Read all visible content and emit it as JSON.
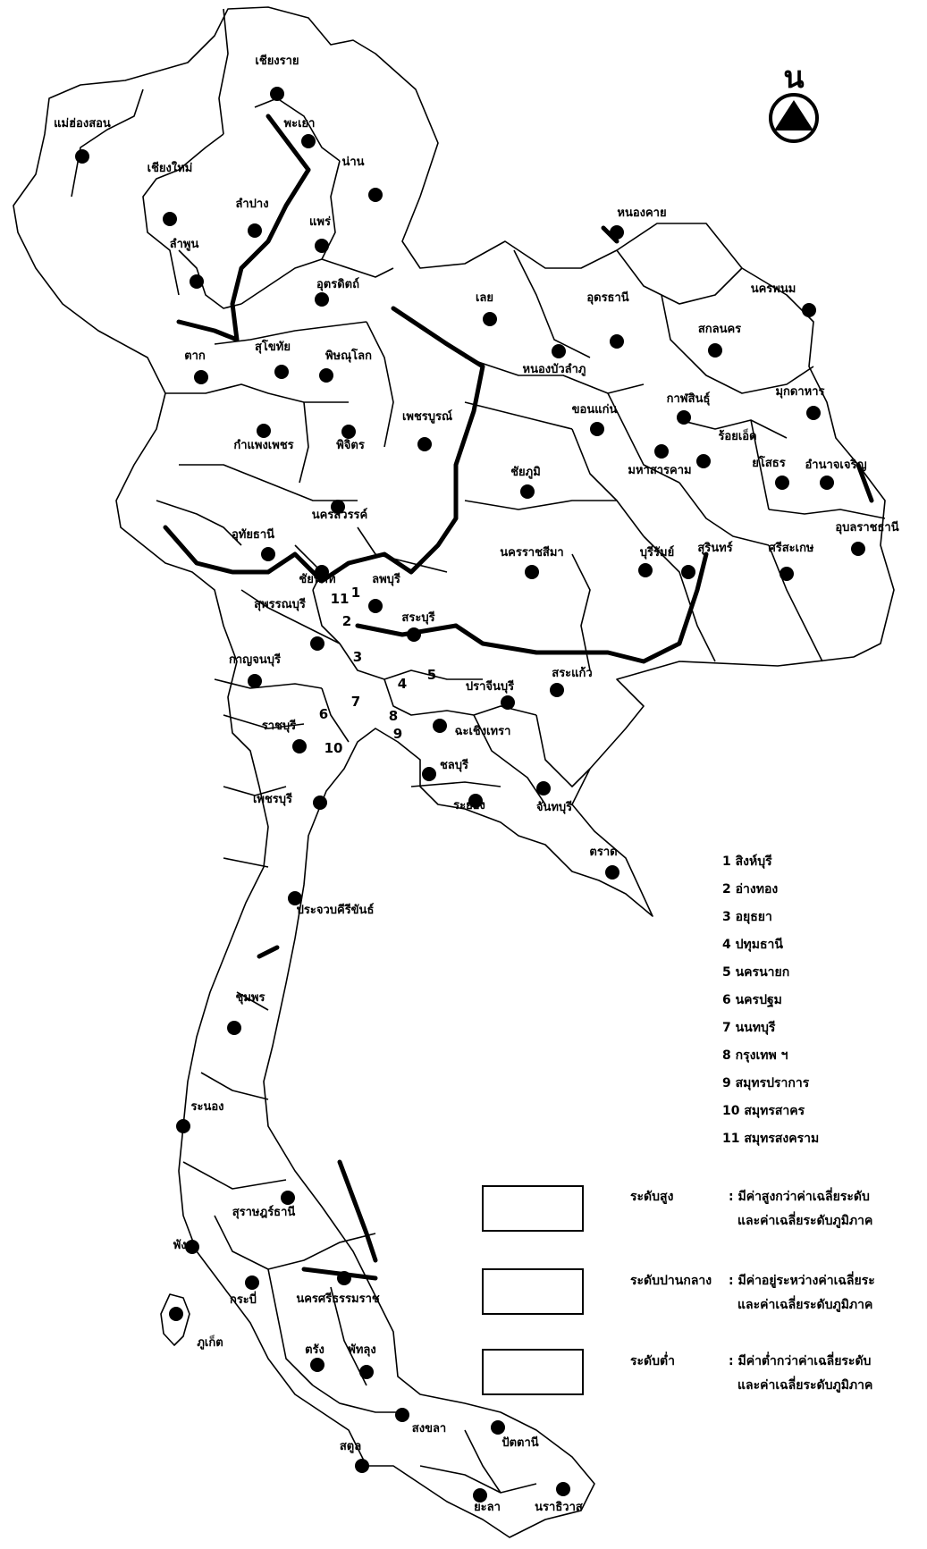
{
  "compass": {
    "label": "น"
  },
  "provinces": [
    {
      "id": "chiangrai",
      "name": "เชียงราย"
    },
    {
      "id": "maehongson",
      "name": "แม่ฮ่องสอน"
    },
    {
      "id": "chiangmai",
      "name": "เชียงใหม่"
    },
    {
      "id": "phayao",
      "name": "พะเยา"
    },
    {
      "id": "nan",
      "name": "น่าน"
    },
    {
      "id": "lampang",
      "name": "ลำปาง"
    },
    {
      "id": "phrae",
      "name": "แพร่"
    },
    {
      "id": "lamphun",
      "name": "ลำพูน"
    },
    {
      "id": "uttaradit",
      "name": "อุตรดิตถ์"
    },
    {
      "id": "tak",
      "name": "ตาก"
    },
    {
      "id": "sukhothai",
      "name": "สุโขทัย"
    },
    {
      "id": "phitsanulok",
      "name": "พิษณุโลก"
    },
    {
      "id": "kamphaengphet",
      "name": "กำแพงเพชร"
    },
    {
      "id": "phichit",
      "name": "พิจิตร"
    },
    {
      "id": "phetchabun",
      "name": "เพชรบูรณ์"
    },
    {
      "id": "nakhonsawan",
      "name": "นครสวรรค์"
    },
    {
      "id": "uthaithani",
      "name": "อุทัยธานี"
    },
    {
      "id": "chainat",
      "name": "ชัยนาท"
    },
    {
      "id": "lopburi",
      "name": "ลพบุรี"
    },
    {
      "id": "suphanburi",
      "name": "สุพรรณบุรี"
    },
    {
      "id": "saraburi",
      "name": "สระบุรี"
    },
    {
      "id": "kanchanaburi",
      "name": "กาญจนบุรี"
    },
    {
      "id": "ratchaburi",
      "name": "ราชบุรี"
    },
    {
      "id": "phetchaburi",
      "name": "เพชรบุรี"
    },
    {
      "id": "prachuap",
      "name": "ประจวบคีรีขันธ์"
    },
    {
      "id": "chumphon",
      "name": "ชุมพร"
    },
    {
      "id": "ranong",
      "name": "ระนอง"
    },
    {
      "id": "suratthani",
      "name": "สุราษฎร์ธานี"
    },
    {
      "id": "phangnga",
      "name": "พังงา"
    },
    {
      "id": "krabi",
      "name": "กระบี่"
    },
    {
      "id": "nakhonsi",
      "name": "นครศรีธรรมราช"
    },
    {
      "id": "phuket",
      "name": "ภูเก็ต"
    },
    {
      "id": "trang",
      "name": "ตรัง"
    },
    {
      "id": "phatthalung",
      "name": "พัทลุง"
    },
    {
      "id": "satun",
      "name": "สตูล"
    },
    {
      "id": "songkhla",
      "name": "สงขลา"
    },
    {
      "id": "pattani",
      "name": "ปัตตานี"
    },
    {
      "id": "yala",
      "name": "ยะลา"
    },
    {
      "id": "narathiwat",
      "name": "นราธิวาส"
    },
    {
      "id": "prachinburi",
      "name": "ปราจีนบุรี"
    },
    {
      "id": "sakaeo",
      "name": "สระแก้ว"
    },
    {
      "id": "chachoengsao",
      "name": "ฉะเชิงเทรา"
    },
    {
      "id": "chonburi",
      "name": "ชลบุรี"
    },
    {
      "id": "rayong",
      "name": "ระยอง"
    },
    {
      "id": "chanthaburi",
      "name": "จันทบุรี"
    },
    {
      "id": "trat",
      "name": "ตราด"
    },
    {
      "id": "nongkhai",
      "name": "หนองคาย"
    },
    {
      "id": "loei",
      "name": "เลย"
    },
    {
      "id": "udonthani",
      "name": "อุดรธานี"
    },
    {
      "id": "sakonnakhon",
      "name": "สกลนคร"
    },
    {
      "id": "nakhonphanom",
      "name": "นครพนม"
    },
    {
      "id": "nongbualamphu",
      "name": "หนองบัวลำภู"
    },
    {
      "id": "khonkaen",
      "name": "ขอนแก่น"
    },
    {
      "id": "kalasin",
      "name": "กาฬสินธุ์"
    },
    {
      "id": "mukdahan",
      "name": "มุกดาหาร"
    },
    {
      "id": "chaiyaphum",
      "name": "ชัยภูมิ"
    },
    {
      "id": "mahasarakham",
      "name": "มหาสารคาม"
    },
    {
      "id": "roiet",
      "name": "ร้อยเอ็ด"
    },
    {
      "id": "yasothon",
      "name": "ยโสธร"
    },
    {
      "id": "amnatcharoen",
      "name": "อำนาจเจริญ"
    },
    {
      "id": "nakhonratchasima",
      "name": "นครราชสีมา"
    },
    {
      "id": "buriram",
      "name": "บุรีรัมย์"
    },
    {
      "id": "surin",
      "name": "สุรินทร์"
    },
    {
      "id": "sisaket",
      "name": "ศรีสะเกษ"
    },
    {
      "id": "ubon",
      "name": "อุบลราชธานี"
    },
    {
      "id": "samutsongkhram_map",
      "name": "11"
    }
  ],
  "map_numbers": [
    "1",
    "2",
    "3",
    "4",
    "5",
    "6",
    "7",
    "8",
    "9",
    "10",
    "11"
  ],
  "numbered_key": [
    "1  สิงห์บุรี",
    "2  อ่างทอง",
    "3  อยุธยา",
    "4  ปทุมธานี",
    "5  นครนายก",
    "6  นครปฐม",
    "7  นนทบุรี",
    "8  กรุงเทพ ฯ",
    "9  สมุทรปราการ",
    "10  สมุทรสาคร",
    "11  สมุทรสงคราม"
  ],
  "legend": [
    {
      "level": "ระดับสูง",
      "desc1": ": มีค่าสูงกว่าค่าเฉลี่ยระดับ",
      "desc2": "และค่าเฉลี่ยระดับภูมิภาค"
    },
    {
      "level": "ระดับปานกลาง",
      "desc1": ": มีค่าอยู่ระหว่างค่าเฉลี่ยระ",
      "desc2": "และค่าเฉลี่ยระดับภูมิภาค"
    },
    {
      "level": "ระดับต่ำ",
      "desc1": ": มีค่าต่ำกว่าค่าเฉลี่ยระดับ",
      "desc2": "และค่าเฉลี่ยระดับภูมิภาค"
    }
  ]
}
